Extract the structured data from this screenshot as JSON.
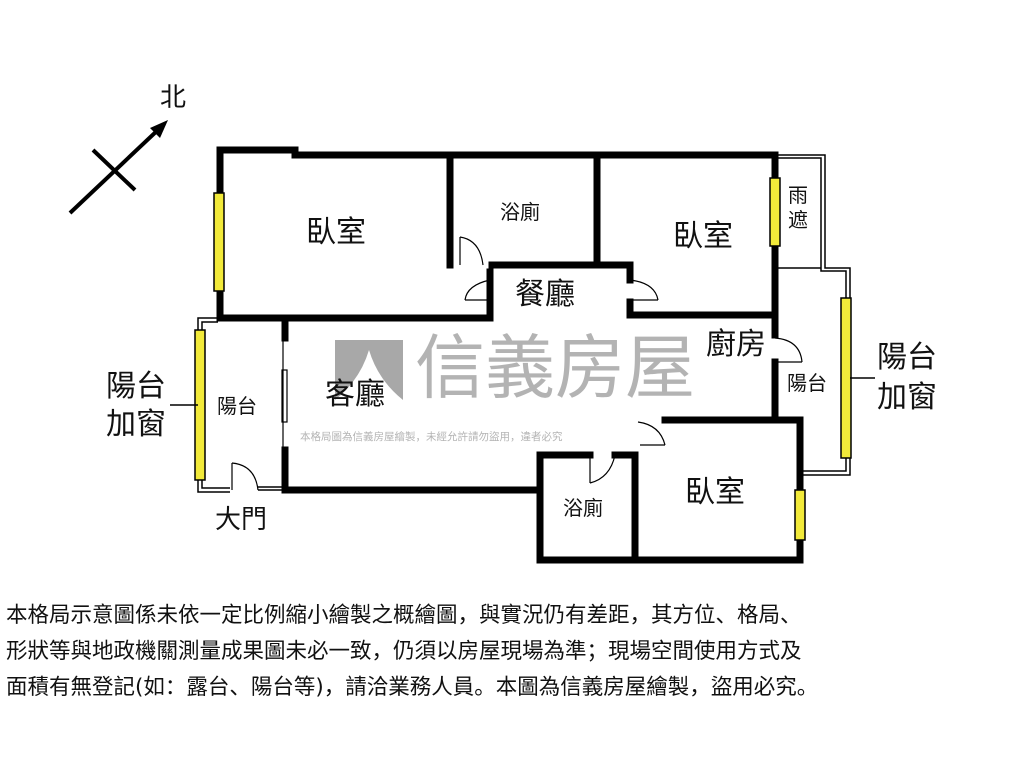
{
  "compass": {
    "north_label": "北"
  },
  "rooms": {
    "bedroom_top_left": "臥室",
    "bath_top": "浴廁",
    "bedroom_top_right": "臥室",
    "rain_shelter": "雨遮",
    "dining": "餐廳",
    "living": "客廳",
    "kitchen": "廚房",
    "balcony_left": "陽台",
    "balcony_right": "陽台",
    "bath_bottom": "浴廁",
    "bedroom_bottom": "臥室"
  },
  "annotations": {
    "left_balcony_window": [
      "陽台",
      "加窗"
    ],
    "right_balcony_window": [
      "陽台",
      "加窗"
    ],
    "main_door": "大門"
  },
  "watermark": {
    "brand": "信義房屋",
    "notice": "本格局圖為信義房屋繪製，未經允許請勿盜用，違者必究"
  },
  "disclaimer": [
    "本格局示意圖係未依一定比例縮小繪製之概繪圖，與實況仍有差距，其方位、格局、",
    "形狀等與地政機關測量成果圖未必一致，仍須以房屋現場為準；現場空間使用方式及",
    "面積有無登記(如：露台、陽台等)，請洽業務人員。本圖為信義房屋繪製，盜用必究。"
  ],
  "colors": {
    "wall": "#000000",
    "window": "#f2ea3a",
    "watermark": "#9a9a9a"
  }
}
